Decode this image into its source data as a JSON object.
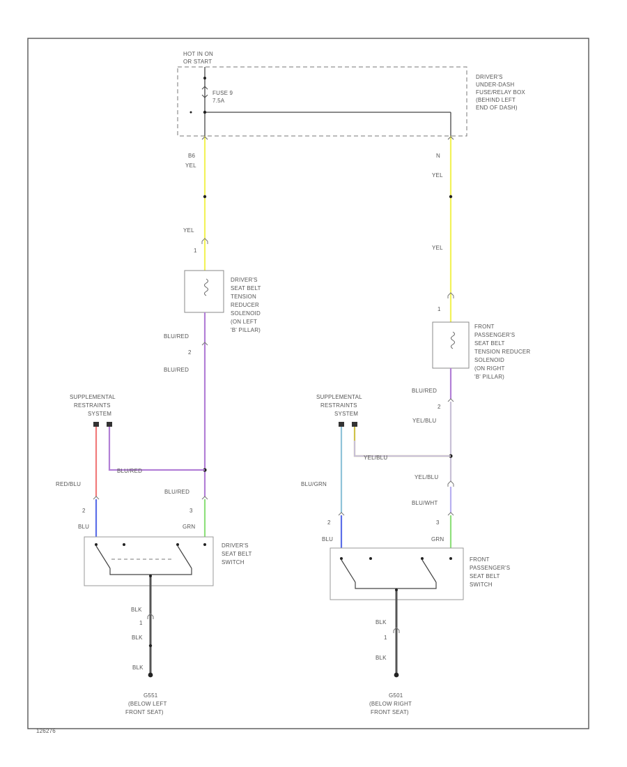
{
  "top": {
    "hot": [
      "HOT IN ON",
      "OR START"
    ],
    "fuse": [
      "FUSE 9",
      "7.5A"
    ],
    "fuse_box": [
      "DRIVER'S",
      "UNDER-DASH",
      "FUSE/RELAY BOX",
      "(BEHIND LEFT",
      "END OF DASH)"
    ]
  },
  "driver": {
    "pin_a": "B6",
    "wire_a": "YEL",
    "wire_b": "YEL",
    "tensioner_pin1": "1",
    "tensioner_pin2": "2",
    "tensioner_label": [
      "DRIVER'S",
      "SEAT BELT",
      "TENSION",
      "REDUCER",
      "SOLENOID",
      "(ON LEFT",
      "'B' PILLAR)"
    ],
    "wire_c": "BLU/RED",
    "wire_d": "BLU/RED",
    "srs_label": [
      "SUPPLEMENTAL",
      "RESTRAINTS",
      "SYSTEM"
    ],
    "wire_srs_left": "RED/BLU",
    "wire_srs_right": "BLU/RED",
    "wire_e": "BLU/RED",
    "switch_pin_left": "2",
    "switch_pin_right": "3",
    "wire_switch_left": "BLU",
    "wire_switch_right": "GRN",
    "switch_label": [
      "DRIVER'S",
      "SEAT BELT",
      "SWITCH"
    ],
    "ground_wires": [
      "BLK",
      "1",
      "BLK",
      "BLK"
    ],
    "ground_label": [
      "G551",
      "(BELOW LEFT",
      "FRONT SEAT)"
    ]
  },
  "passenger": {
    "pin_a": "N",
    "wire_a": "YEL",
    "wire_b": "YEL",
    "tensioner_pin1": "1",
    "tensioner_pin2": "2",
    "tensioner_label": [
      "FRONT",
      "PASSENGER'S",
      "SEAT BELT",
      "TENSION REDUCER",
      "SOLENOID",
      "(ON RIGHT",
      "'B' PILLAR)"
    ],
    "wire_c": "BLU/RED",
    "wire_d": "YEL/BLU",
    "srs_label": [
      "SUPPLEMENTAL",
      "RESTRAINTS",
      "SYSTEM"
    ],
    "wire_srs_left": "BLU/GRN",
    "wire_srs_right": "YEL/BLU",
    "wire_e": "YEL/BLU",
    "wire_f": "BLU/WHT",
    "switch_pin_left": "2",
    "switch_pin_right": "3",
    "wire_switch_left": "BLU",
    "wire_switch_right": "GRN",
    "switch_label": [
      "FRONT",
      "PASSENGER'S",
      "SEAT BELT",
      "SWITCH"
    ],
    "ground_wires": [
      "BLK",
      "1",
      "BLK"
    ],
    "ground_label": [
      "G501",
      "(BELOW RIGHT",
      "FRONT SEAT)"
    ]
  },
  "footer_id": "126276",
  "colors": {
    "yel": "#f2f25a",
    "purple": "#b27fd6",
    "red": "#f07a7a",
    "blue": "#5b6ee8",
    "green": "#8fe07c",
    "lightblue": "#8fc3d8",
    "olive": "#cfc24a",
    "lilac": "#c8b4e4",
    "lavender": "#b8b0f0",
    "gray": "#8a8a8a"
  }
}
